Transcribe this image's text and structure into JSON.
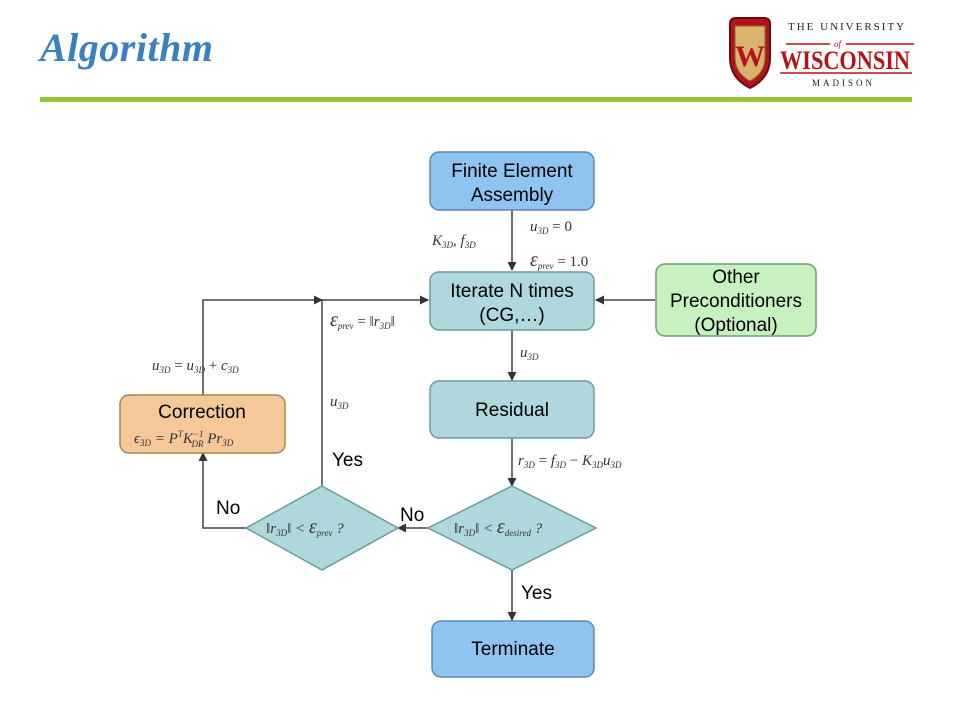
{
  "slide": {
    "title": "Algorithm"
  },
  "logo": {
    "line1": "THE UNIVERSITY",
    "of": "of",
    "name": "WISCONSIN",
    "city": "MADISON",
    "shield_letter": "W"
  },
  "nodes": {
    "fe_line1": "Finite Element",
    "fe_line2": "Assembly",
    "iter_line1": "Iterate N times",
    "iter_line2": "(CG,…)",
    "other_line1": "Other",
    "other_line2": "Preconditioners",
    "other_line3": "(Optional)",
    "residual": "Residual",
    "correction": "Correction",
    "terminate": "Terminate"
  },
  "edge_labels": {
    "yes_top": "Yes",
    "no_left": "No",
    "no_mid": "No",
    "yes_bottom": "Yes"
  },
  "colors": {
    "title": "#3a7fc0",
    "rule": "#99c23b",
    "blue_box": "#8fc4f0",
    "teal_box": "#aed8dc",
    "green_box": "#c8f0c0",
    "orange_box": "#f5c89a",
    "badger_red": "#b5121b"
  }
}
